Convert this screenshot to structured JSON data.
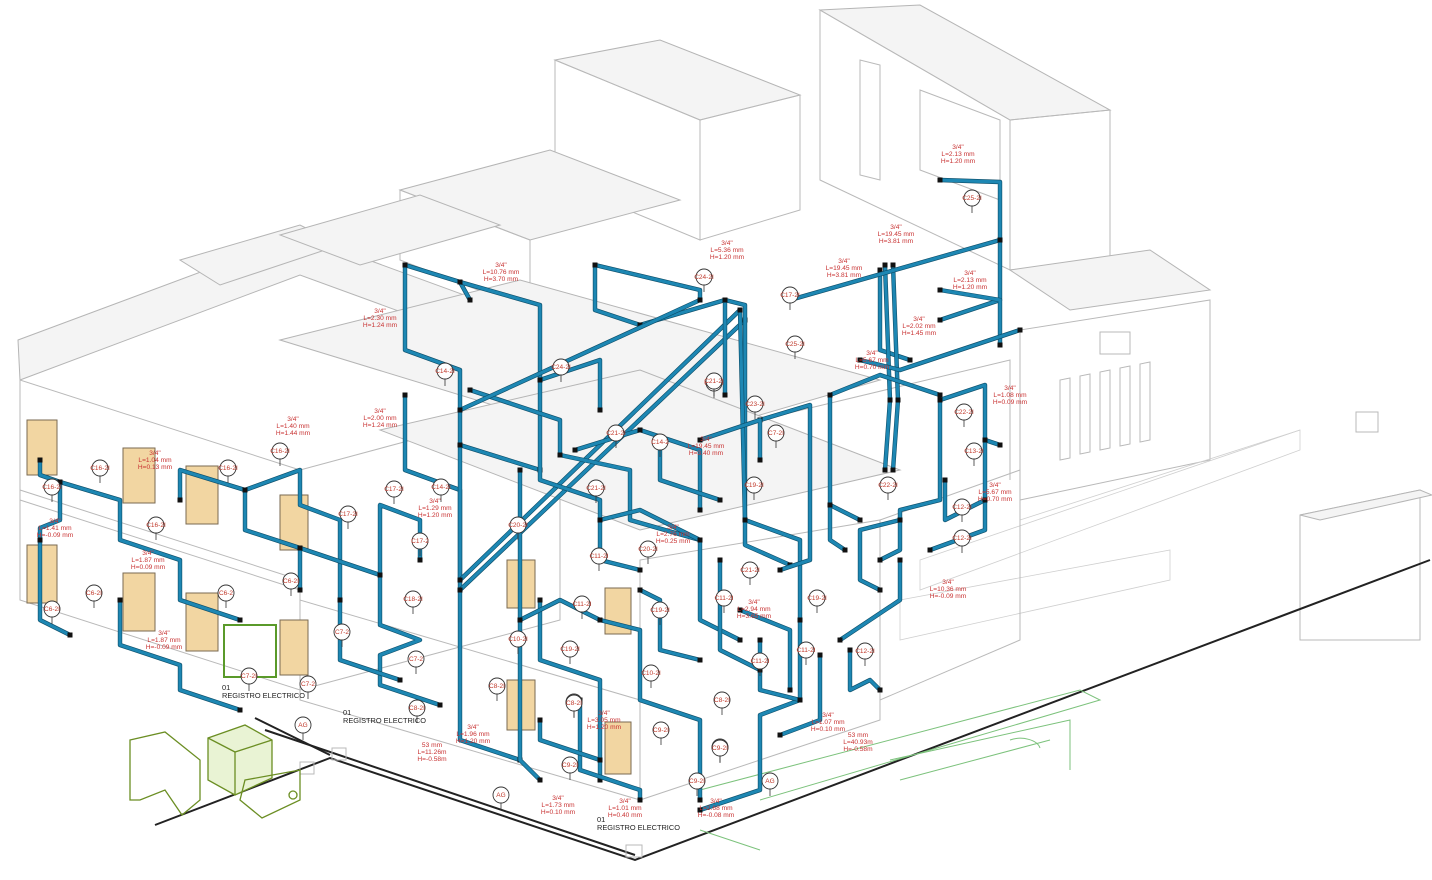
{
  "colors": {
    "pipe": "#1d87b3",
    "label": "#c83232",
    "building": "#b9b9b9",
    "tank": "#6b8e23",
    "ground_line": "#222222"
  },
  "circuits": [
    {
      "label": "C16-2I"
    },
    {
      "label": "C16-2I"
    },
    {
      "label": "C16-2I"
    },
    {
      "label": "C16-2I"
    },
    {
      "label": "C16-2I"
    },
    {
      "label": "C6-2I"
    },
    {
      "label": "C6-2I"
    },
    {
      "label": "C6-2I"
    },
    {
      "label": "C6-2"
    },
    {
      "label": "C7-2I"
    },
    {
      "label": "C7-2"
    },
    {
      "label": "C7-2"
    },
    {
      "label": "C7-2"
    },
    {
      "label": "C17-2I"
    },
    {
      "label": "C17-2"
    },
    {
      "label": "C17-2I"
    },
    {
      "label": "C18-2I"
    },
    {
      "label": "C14-2I"
    },
    {
      "label": "C14-2"
    },
    {
      "label": "C14-2I"
    },
    {
      "label": "C24-2I"
    },
    {
      "label": "C24-2I"
    },
    {
      "label": "C24-2I"
    },
    {
      "label": "C25-2I"
    },
    {
      "label": "C25-2I"
    },
    {
      "label": "C17-2I"
    },
    {
      "label": "C22-2I"
    },
    {
      "label": "C22-2I"
    },
    {
      "label": "C13-2I"
    },
    {
      "label": "C12-2I"
    },
    {
      "label": "C12-2I"
    },
    {
      "label": "C12-2I"
    },
    {
      "label": "C21-2I"
    },
    {
      "label": "C21-2I"
    },
    {
      "label": "C21-2I"
    },
    {
      "label": "C20-2I"
    },
    {
      "label": "C20-2I"
    },
    {
      "label": "C19-2I"
    },
    {
      "label": "C19-2I"
    },
    {
      "label": "C19-2I"
    },
    {
      "label": "C11-2I"
    },
    {
      "label": "C11-2I"
    },
    {
      "label": "C11-2I"
    },
    {
      "label": "C11-2I"
    },
    {
      "label": "C11-2I"
    },
    {
      "label": "C10-2I"
    },
    {
      "label": "C10-2I"
    },
    {
      "label": "C9-2I"
    },
    {
      "label": "C9-2I"
    },
    {
      "label": "C9-2I"
    },
    {
      "label": "C9-2I"
    },
    {
      "label": "C8-2I"
    },
    {
      "label": "C8-2I"
    },
    {
      "label": "C8-2I"
    },
    {
      "label": "C8-2I"
    },
    {
      "label": "C7-2I"
    },
    {
      "label": "C23-2I"
    },
    {
      "label": "C19-2I"
    },
    {
      "label": "C21-2I"
    },
    {
      "label": "AG"
    },
    {
      "label": "AG"
    },
    {
      "label": "AG"
    },
    {
      "label": "C8-2I"
    },
    {
      "label": "C9-2I"
    }
  ],
  "notes": [
    {
      "size": "3/4\"",
      "length": "L=2.13 mm",
      "height": "H=1.20 mm"
    },
    {
      "size": "3/4\"",
      "length": "L=19.45 mm",
      "height": "H=3.81 mm"
    },
    {
      "size": "3/4\"",
      "length": "L=19.45 mm",
      "height": "H=3.81 mm"
    },
    {
      "size": "3/4\"",
      "length": "L=5.36 mm",
      "height": "H=1.20 mm"
    },
    {
      "size": "3/4\"",
      "length": "L=10.76 mm",
      "height": "H=3.70 mm"
    },
    {
      "size": "3/4\"",
      "length": "L=2.30 mm",
      "height": "H=1.24 mm"
    },
    {
      "size": "3/4\"",
      "length": "L=2.13 mm",
      "height": "H=1.20 mm"
    },
    {
      "size": "3/4\"",
      "length": "L=2.02 mm",
      "height": "H=1.45 mm"
    },
    {
      "size": "3/4\"",
      "length": "L=5.67 mm",
      "height": "H=0.70 mm"
    },
    {
      "size": "3/4\"",
      "length": "L=1.08 mm",
      "height": "H=0.09 mm"
    },
    {
      "size": "3/4\"",
      "length": "L=2.00 mm",
      "height": "H=1.24 mm"
    },
    {
      "size": "3/4\"",
      "length": "L=1.40 mm",
      "height": "H=1.44 mm"
    },
    {
      "size": "3/4\"",
      "length": "L=1.04 mm",
      "height": "H=0.13 mm"
    },
    {
      "size": "3/4\"",
      "length": "L=19.45 mm",
      "height": "H=3.40 mm"
    },
    {
      "size": "3/4\"",
      "length": "L=5.67 mm",
      "height": "H=0.70 mm"
    },
    {
      "size": "3/4\"",
      "length": "L=1.29 mm",
      "height": "H=1.20 mm"
    },
    {
      "size": "3/4\"",
      "length": "L=1.41 mm",
      "height": "H=-0.09 mm"
    },
    {
      "size": "3/4\"",
      "length": "L=1.87 mm",
      "height": "H=0.09 mm"
    },
    {
      "size": "3/4\"",
      "length": "L=2.76 mm",
      "height": "H=0.25 mm"
    },
    {
      "size": "3/4\"",
      "length": "L=10.36 mm",
      "height": "H=-0.09 mm"
    },
    {
      "size": "3/4\"",
      "length": "L=1.87 mm",
      "height": "H=-0.09 mm"
    },
    {
      "size": "3/4\"",
      "length": "L=2.94 mm",
      "height": "H=3.65 mm"
    },
    {
      "size": "3/4\"",
      "length": "L=3.05 mm",
      "height": "H=1.20 mm"
    },
    {
      "size": "3/4\"",
      "length": "L=1.96 mm",
      "height": "H=1.20 mm"
    },
    {
      "size": "53 mm",
      "length": "L=11.26m",
      "height": "H=-0.58m"
    },
    {
      "size": "3/4\"",
      "length": "L=1.07 mm",
      "height": "H=0.10 mm"
    },
    {
      "size": "53 mm",
      "length": "L=40.93m",
      "height": "H=-0.58m"
    },
    {
      "size": "3/4\"",
      "length": "L=1.73 mm",
      "height": "H=0.10 mm"
    },
    {
      "size": "3/4\"",
      "length": "L=1.01 mm",
      "height": "H=0.40 mm"
    },
    {
      "size": "3/4\"",
      "length": "L=2.68 mm",
      "height": "H=-0.08 mm"
    }
  ],
  "registers": [
    {
      "code": "01",
      "label": "REGISTRO ELECTRICO"
    },
    {
      "code": "01",
      "label": "REGISTRO ELECTRICO"
    },
    {
      "code": "01",
      "label": "REGISTRO ELECTRICO"
    }
  ]
}
